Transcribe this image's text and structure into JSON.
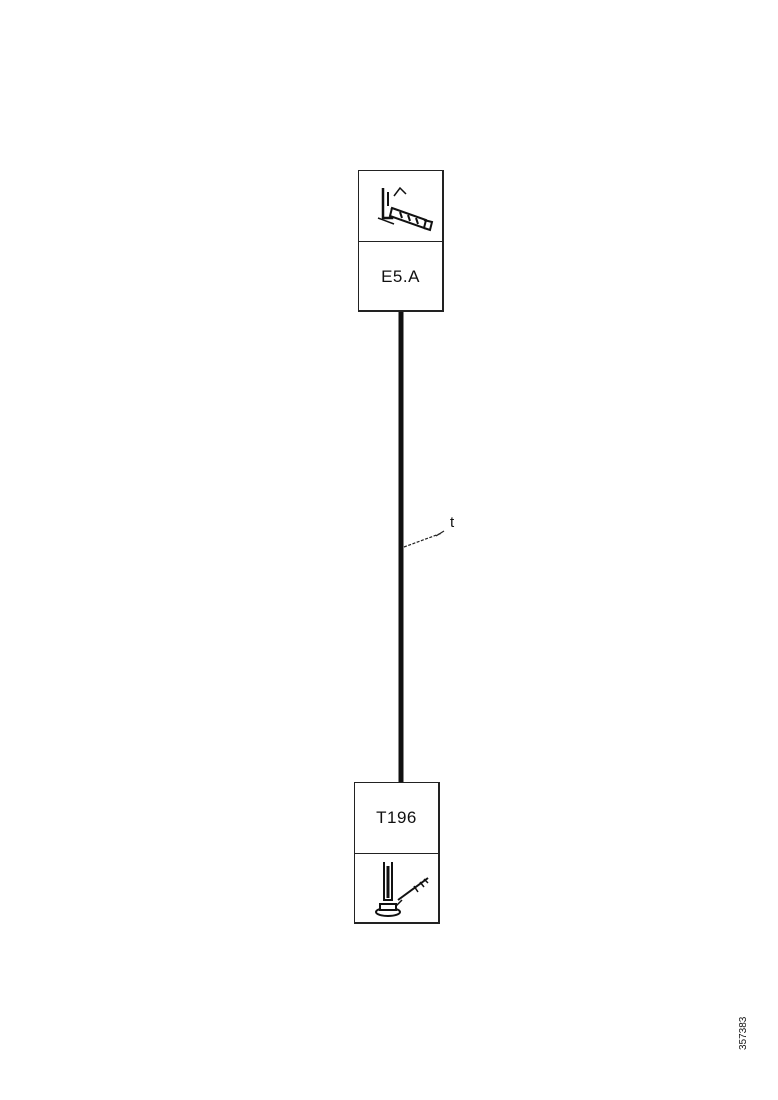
{
  "top_connector": {
    "code": "E5.A",
    "icon": "connector-plug-icon"
  },
  "bottom_connector": {
    "code": "T196",
    "icon": "ground-terminal-icon"
  },
  "wire": {
    "label": "t"
  },
  "reference_number": "357383"
}
